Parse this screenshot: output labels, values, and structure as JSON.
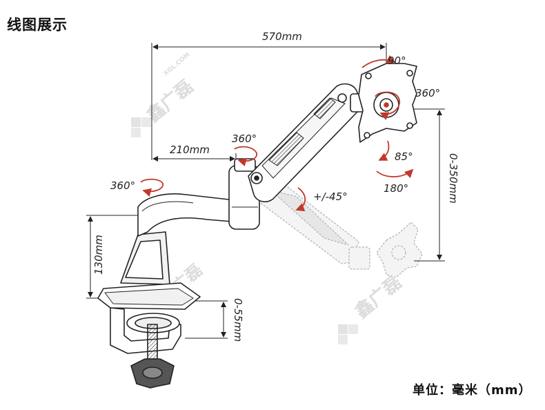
{
  "title": "线图展示",
  "unit_label": "单位：毫米（mm）",
  "dimensions": {
    "total_reach": "570mm",
    "inner_reach": "210mm",
    "height_range": "0-350mm",
    "base_height": "130mm",
    "clamp_range": "0-55mm"
  },
  "rotations": {
    "tilt_up": "90°",
    "panel_rotate": "360°",
    "tilt_down": "85°",
    "swivel": "180°",
    "arm_joint": "360°",
    "base_swivel": "360°",
    "arm_tilt": "+/-45°"
  },
  "watermark": {
    "text": "鑫广磊",
    "domain": "XGL.COM"
  },
  "colors": {
    "line": "#222222",
    "arrow_red": "#c0392b",
    "watermark": "#dcdcdc",
    "ghost": "#bbbbbb"
  }
}
